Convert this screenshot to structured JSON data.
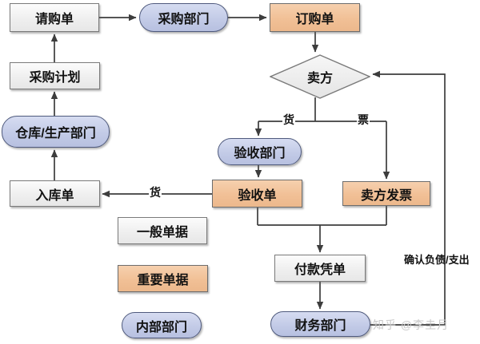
{
  "diagram": {
    "type": "flowchart",
    "topic": "purchase-and-payment-process"
  },
  "nodes": {
    "purchase_request": {
      "label": "请购单",
      "kind": "general-document"
    },
    "purchasing_dept": {
      "label": "采购部门",
      "kind": "internal-department"
    },
    "order_form": {
      "label": "订购单",
      "kind": "important-document"
    },
    "seller_decision": {
      "label": "卖方",
      "kind": "decision"
    },
    "purchase_plan": {
      "label": "采购计划",
      "kind": "general-document"
    },
    "warehouse_dept": {
      "label": "仓库/生产部门",
      "kind": "internal-department"
    },
    "inspection_dept": {
      "label": "验收部门",
      "kind": "internal-department"
    },
    "warehouse_receipt": {
      "label": "入库单",
      "kind": "general-document"
    },
    "inspection_form": {
      "label": "验收单",
      "kind": "important-document"
    },
    "seller_invoice": {
      "label": "卖方发票",
      "kind": "important-document"
    },
    "payment_voucher": {
      "label": "付款凭单",
      "kind": "general-document"
    },
    "finance_dept": {
      "label": "财务部门",
      "kind": "internal-department"
    }
  },
  "legend": {
    "general_document": {
      "label": "一般单据"
    },
    "important_document": {
      "label": "重要单据"
    },
    "internal_dept": {
      "label": "内部部门"
    }
  },
  "edge_labels": {
    "goods_branch": "货",
    "invoice_branch": "票",
    "goods_to_warehouse": "货",
    "confirm_liability": "确认负债/支出"
  },
  "watermark": "知乎 @李圭月",
  "colors": {
    "general_document_fill": "#f1f1f1",
    "important_document_fill": "#f1c096",
    "department_fill": "#c3cbe7",
    "decision_fill": "#f0f0f0",
    "shape_border": "#7a7a7a",
    "department_border": "#4f5a7d",
    "arrow_line": "#3d3d3d",
    "text": "#111111",
    "watermark_text": "#c9c9c9"
  }
}
